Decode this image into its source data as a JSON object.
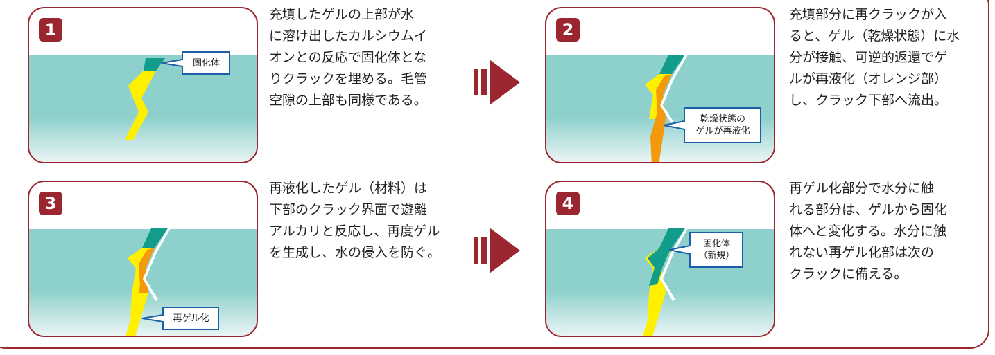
{
  "steps": [
    {
      "number": "1",
      "callout": [
        "固化体"
      ],
      "description": [
        "充填したゲルの上部が水",
        "に溶け出したカルシウムイ",
        "オンとの反応で固化体とな",
        "りクラックを埋める。毛管",
        "空隙の上部も同様である。"
      ]
    },
    {
      "number": "2",
      "callout": [
        "乾燥状態の",
        "ゲルが再液化"
      ],
      "description": [
        "充填部分に再クラックが入",
        "ると、ゲル（乾燥状態）に水",
        "分が接触、可逆的返還でゲ",
        "ルが再液化（オレンジ部）",
        "し、クラック下部へ流出。"
      ]
    },
    {
      "number": "3",
      "callout": [
        "再ゲル化"
      ],
      "description": [
        "再液化したゲル（材料）は",
        "下部のクラック界面で遊離",
        "アルカリと反応し、再度ゲル",
        "を生成し、水の侵入を防ぐ。"
      ]
    },
    {
      "number": "4",
      "callout": [
        "固化体",
        "（新規）"
      ],
      "description": [
        "再ゲル化部分で水分に触",
        "れる部分は、ゲルから固化",
        "体へと変化する。水分に触",
        "れない再ゲル化部は次の",
        "クラックに備える。"
      ]
    }
  ],
  "colors": {
    "frame": "#9b2630",
    "water": "#8ed1cc",
    "solid": "#129c8c",
    "gel": "#fff000",
    "reliquefied": "#f3990b"
  },
  "icons": {
    "arrow": "right-block-arrow"
  }
}
